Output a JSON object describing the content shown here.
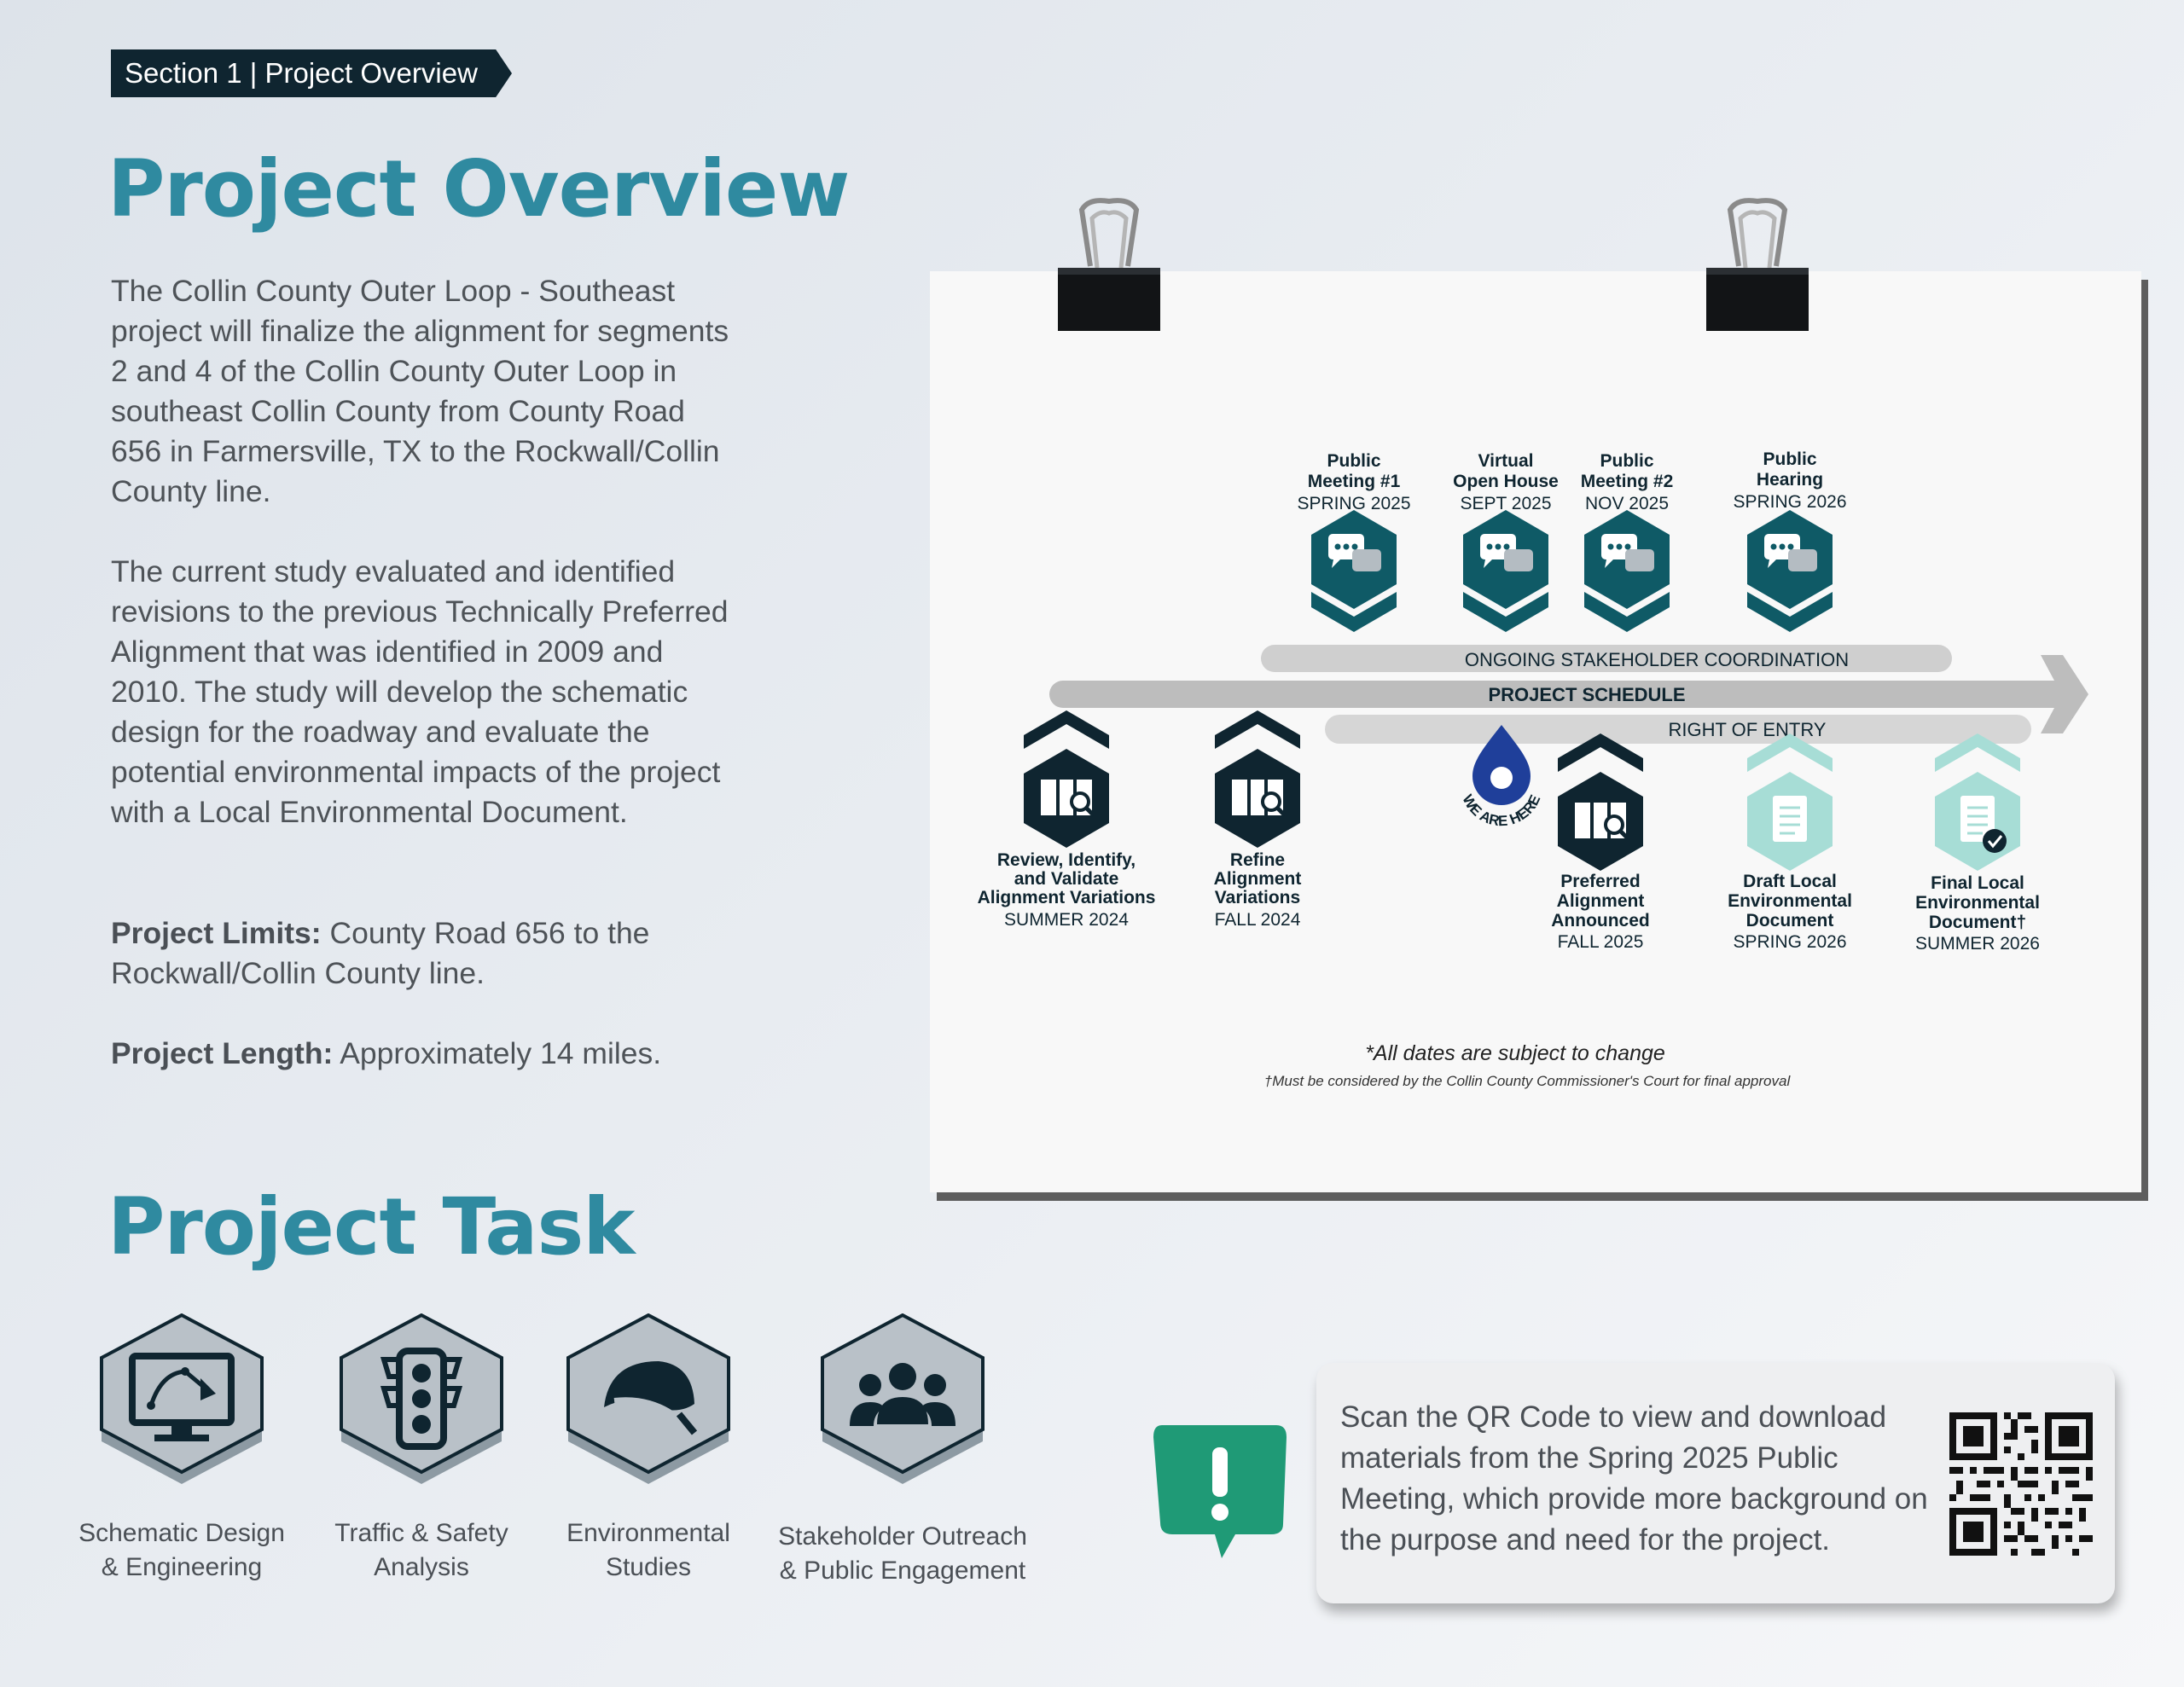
{
  "section_tag": "Section 1 | Project Overview",
  "overview": {
    "title": "Project Overview",
    "paragraph1": "The Collin County Outer Loop - Southeast project will finalize the alignment for segments 2 and 4 of the Collin County Outer Loop in southeast Collin County from County Road 656 in Farmersville, TX to the Rockwall/Collin County line.",
    "paragraph2": "The current study evaluated and identified revisions to the previous Technically Preferred Alignment that was identified in 2009 and 2010. The study will develop the schematic design for the roadway and evaluate the potential environmental impacts of the project with a Local Environmental Document.",
    "limits_label": "Project Limits:",
    "limits_value": " County Road 656 to the Rockwall/Collin County line.",
    "length_label": "Project Length:",
    "length_value": " Approximately 14 miles."
  },
  "timeline": {
    "bars": {
      "stakeholder": "ONGOING STAKEHOLDER COORDINATION",
      "schedule": "PROJECT SCHEDULE",
      "right_of_entry": "RIGHT OF ENTRY"
    },
    "you_are_here": "WE ARE HERE",
    "top_milestones": [
      {
        "line1": "Public",
        "line2": "Meeting #1",
        "date": "SPRING 2025"
      },
      {
        "line1": "Virtual",
        "line2": "Open House",
        "date": "SEPT 2025"
      },
      {
        "line1": "Public",
        "line2": "Meeting #2",
        "date": "NOV 2025"
      },
      {
        "line1": "Public",
        "line2": "Hearing",
        "date": "SPRING 2026"
      }
    ],
    "bottom_milestones": [
      {
        "lines": [
          "Review, Identify,",
          "and Validate",
          "Alignment Variations"
        ],
        "date": "SUMMER 2024"
      },
      {
        "lines": [
          "Refine",
          "Alignment",
          "Variations"
        ],
        "date": "FALL 2024"
      },
      {
        "lines": [
          "Preferred",
          "Alignment",
          "Announced"
        ],
        "date": "FALL 2025"
      },
      {
        "lines": [
          "Draft Local",
          "Environmental",
          "Document"
        ],
        "date": "SPRING 2026"
      },
      {
        "lines": [
          "Final Local",
          "Environmental",
          "Document†"
        ],
        "date": "SUMMER 2026"
      }
    ],
    "note1": "*All dates are subject to change",
    "note2": "†Must be considered by the Collin County Commissioner's Court for final approval"
  },
  "tasks": {
    "title": "Project Task",
    "items": [
      {
        "line1": "Schematic Design",
        "line2": "& Engineering",
        "icon": "schematic-design-icon"
      },
      {
        "line1": "Traffic & Safety",
        "line2": "Analysis",
        "icon": "traffic-light-icon"
      },
      {
        "line1": "Environmental",
        "line2": "Studies",
        "icon": "leaf-icon"
      },
      {
        "line1": "Stakeholder Outreach",
        "line2": "& Public Engagement",
        "icon": "people-group-icon"
      }
    ]
  },
  "qr_callout": {
    "text": "Scan the QR Code to view and download materials from the Spring 2025 Public Meeting, which provide more background on the purpose and need for the project."
  },
  "colors": {
    "accent": "#2f8aa0",
    "dark_navy": "#0f2530",
    "dark_teal": "#0f5a66",
    "light_teal": "#a7ddd6",
    "alert_green": "#1f9a76",
    "location_blue": "#1f3f9a"
  }
}
